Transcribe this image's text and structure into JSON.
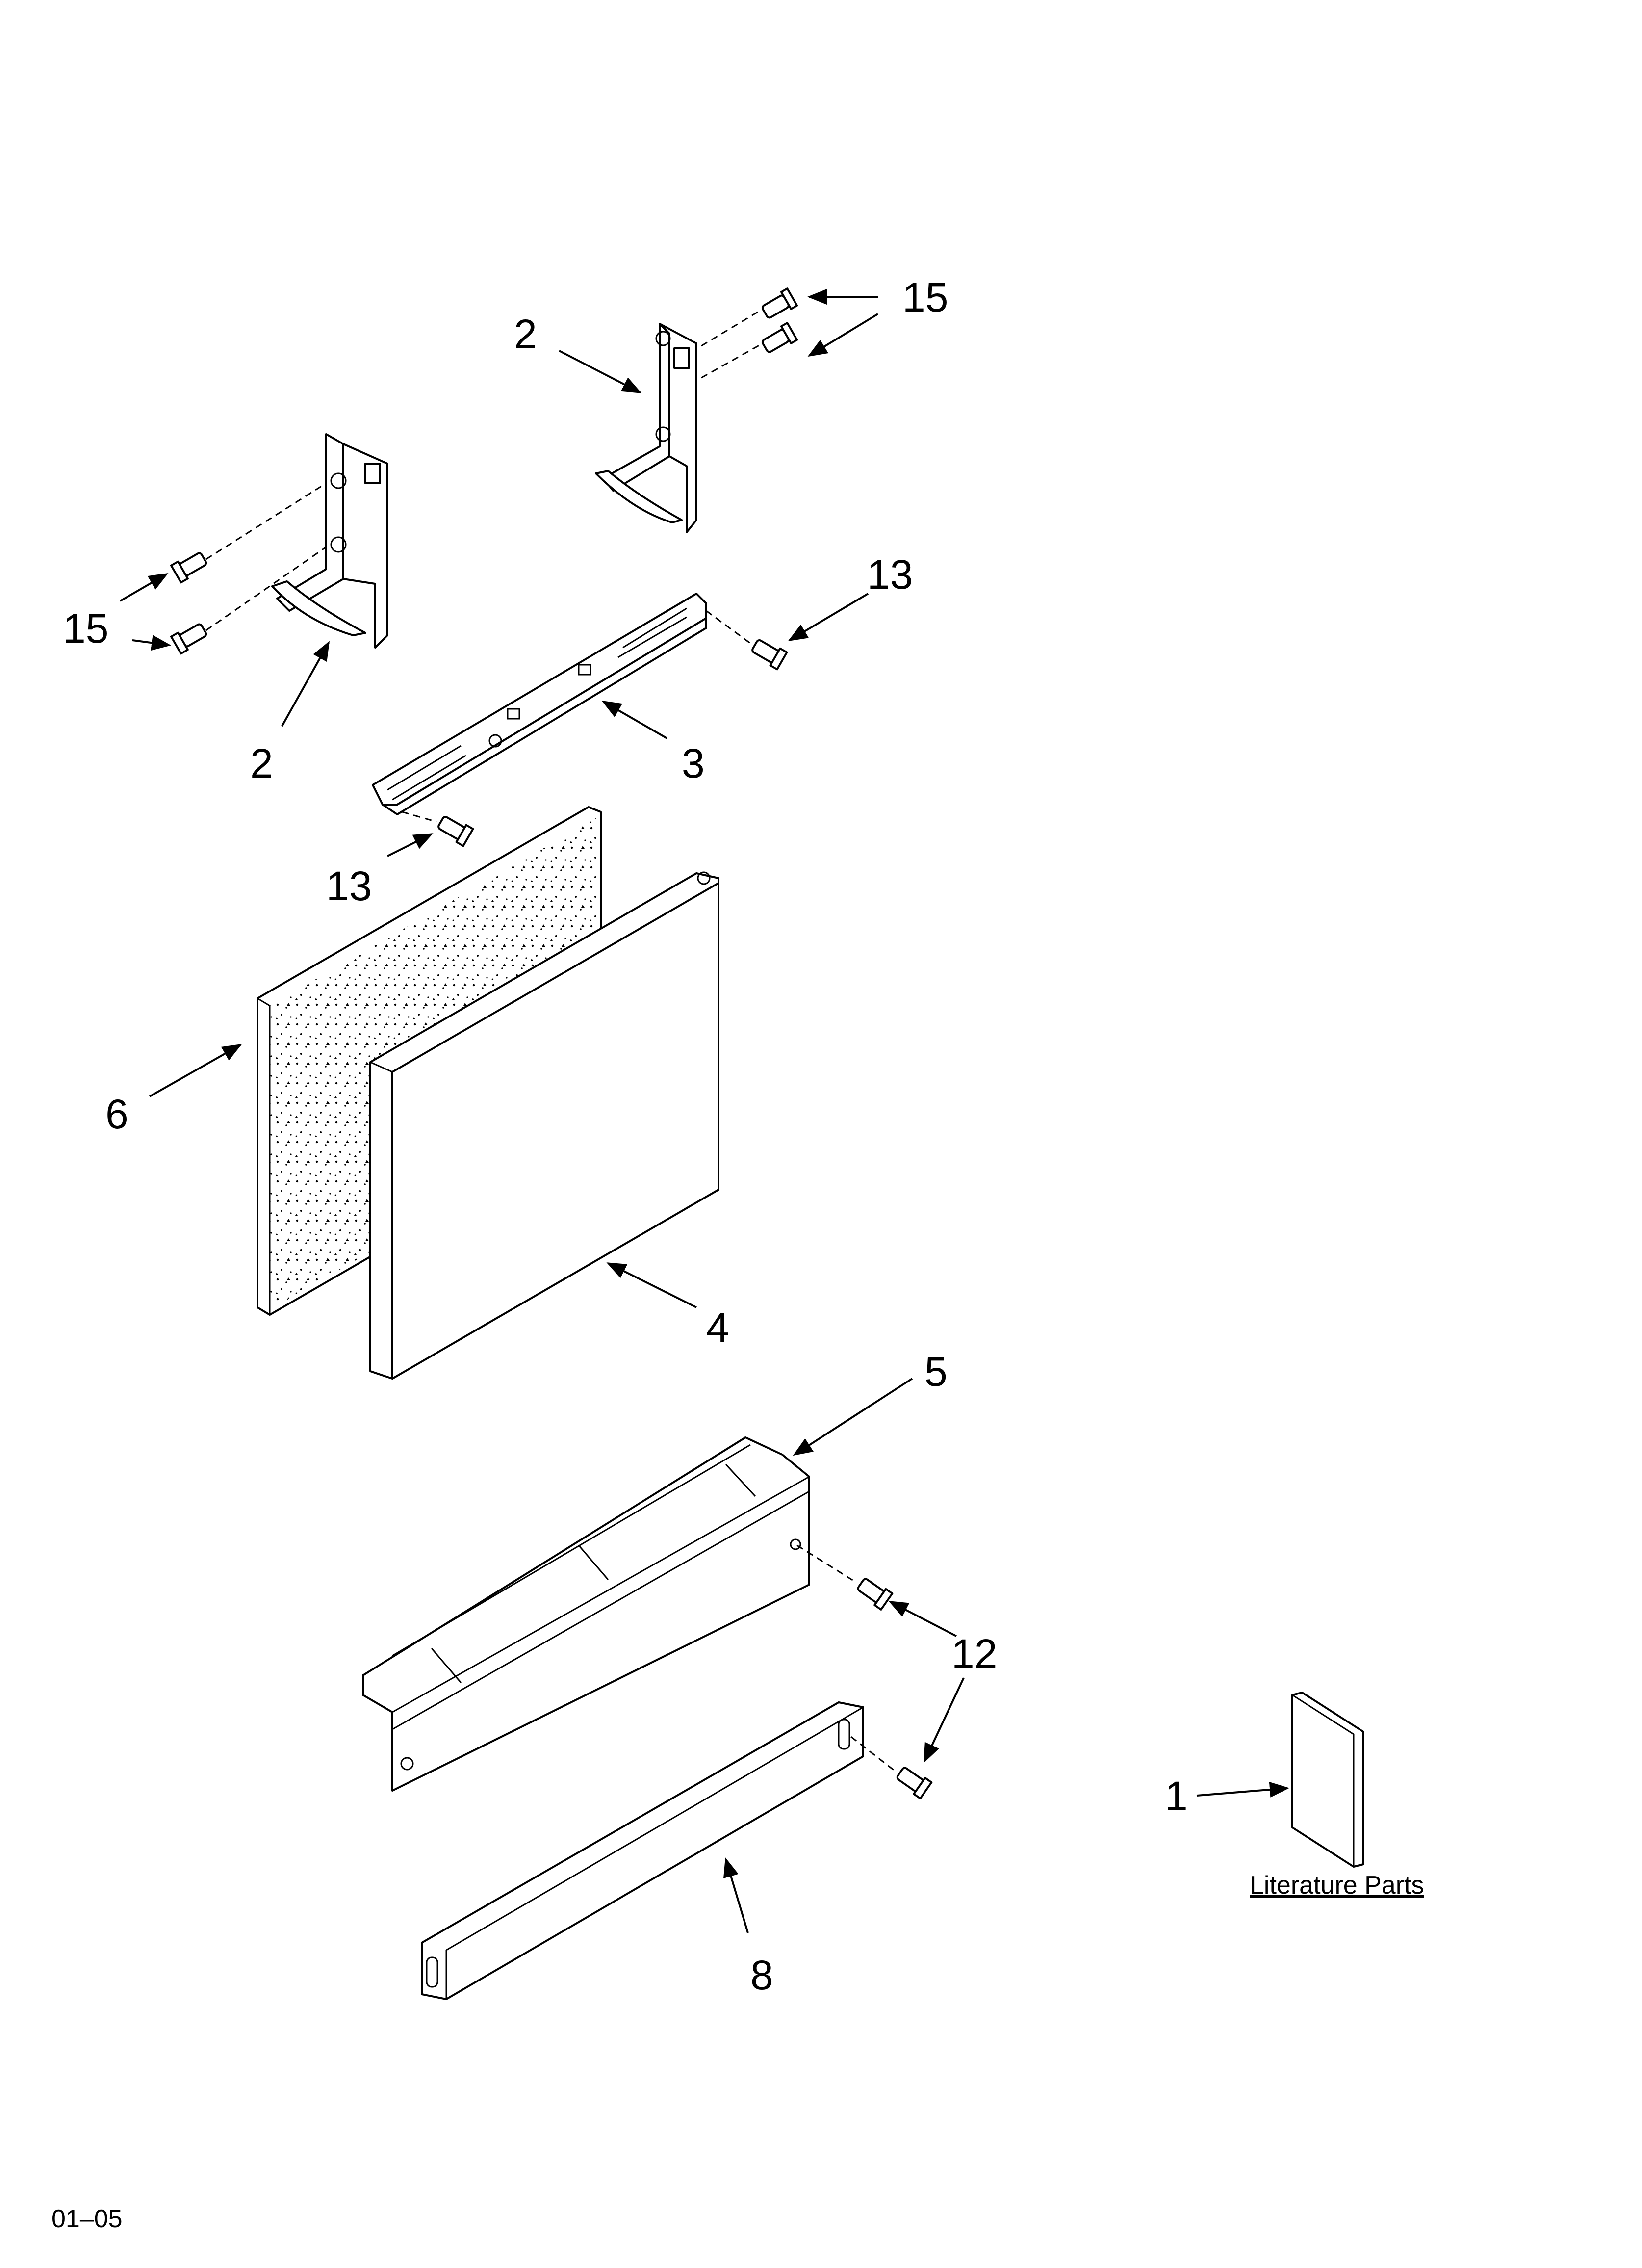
{
  "callouts": {
    "c15_top": "15",
    "c2_top": "2",
    "c13_top": "13",
    "c15_left": "15",
    "c2_left": "2",
    "c3": "3",
    "c13_lower": "13",
    "c6": "6",
    "c4": "4",
    "c5": "5",
    "c12": "12",
    "c1": "1",
    "c8": "8"
  },
  "literature_caption": "Literature Parts",
  "page_code": "01–05"
}
